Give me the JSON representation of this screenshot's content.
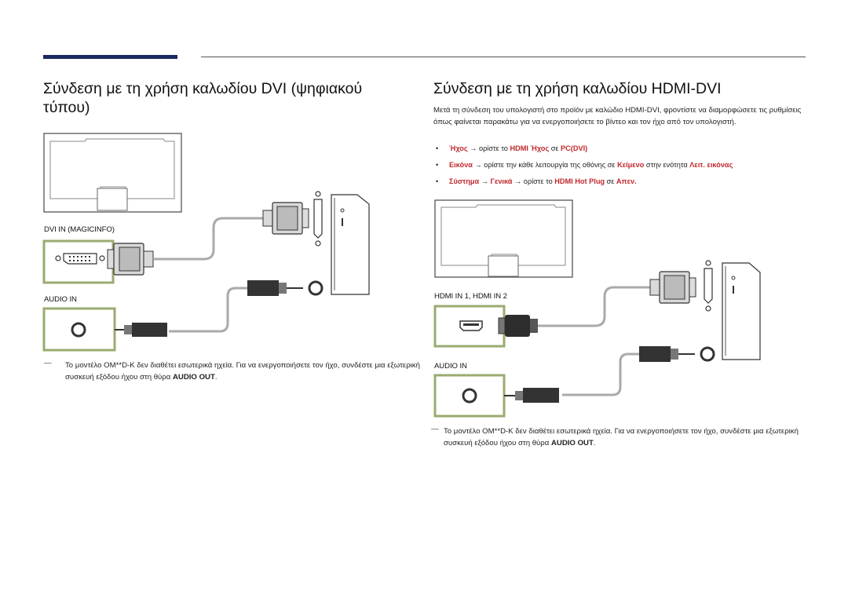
{
  "left": {
    "title": "Σύνδεση με τη χρήση καλωδίου DVI (ψηφιακού τύπου)",
    "labels": {
      "dvi_in": "DVI IN (MAGICINFO)",
      "audio_in": "AUDIO IN"
    },
    "note": {
      "text": "Το μοντέλο OM**D-K δεν διαθέτει εσωτερικά ηχεία. Για να ενεργοποιήσετε τον ήχο, συνδέστε μια εξωτερική συσκευή εξόδου ήχου στη θύρα ",
      "strong": "AUDIO OUT",
      "end": "."
    }
  },
  "right": {
    "title": "Σύνδεση με τη χρήση καλωδίου HDMI-DVI",
    "intro": "Μετά τη σύνδεση του υπολογιστή στο προϊόν με καλώδιο HDMI-DVI, φροντίστε να διαμορφώσετε τις ρυθμίσεις όπως φαίνεται παρακάτω για να ενεργοποιήσετε το βίντεο και τον ήχο από τον υπολογιστή.",
    "bullets": [
      {
        "dot": "•",
        "a": "Ήχος",
        "arrow": " → ",
        "t1": "ορίστε το ",
        "b": "HDMI Ήχος",
        "t2": " σε ",
        "c": "PC(DVI)"
      },
      {
        "dot": "•",
        "a": "Εικόνα",
        "arrow": " → ",
        "t1": "ορίστε την κάθε λειτουργία της οθόνης σε ",
        "b": "Κείμενο",
        "t2": " στην ενότητα ",
        "c": "Λειτ. εικόνας"
      },
      {
        "dot": "•",
        "a": "Σύστημα",
        "arrow": " → ",
        "a2": "Γενικά",
        "arrow2": " → ",
        "t1": "ορίστε το ",
        "b": "HDMI Hot Plug",
        "t2": " σε ",
        "c": "Απεν."
      }
    ],
    "labels": {
      "hdmi_in": "HDMI IN 1, HDMI IN 2",
      "audio_in": "AUDIO IN"
    },
    "note": {
      "text": "Το μοντέλο OM**D-K δεν διαθέτει εσωτερικά ηχεία. Για να ενεργοποιήσετε τον ήχο, συνδέστε μια εξωτερική συσκευή εξόδου ήχου στη θύρα ",
      "strong": "AUDIO OUT",
      "end": "."
    }
  },
  "note_dash": "―",
  "colors": {
    "accent_bar": "#1b2a5e",
    "highlight": "#c0282d",
    "port_frame": "#9aab70"
  }
}
